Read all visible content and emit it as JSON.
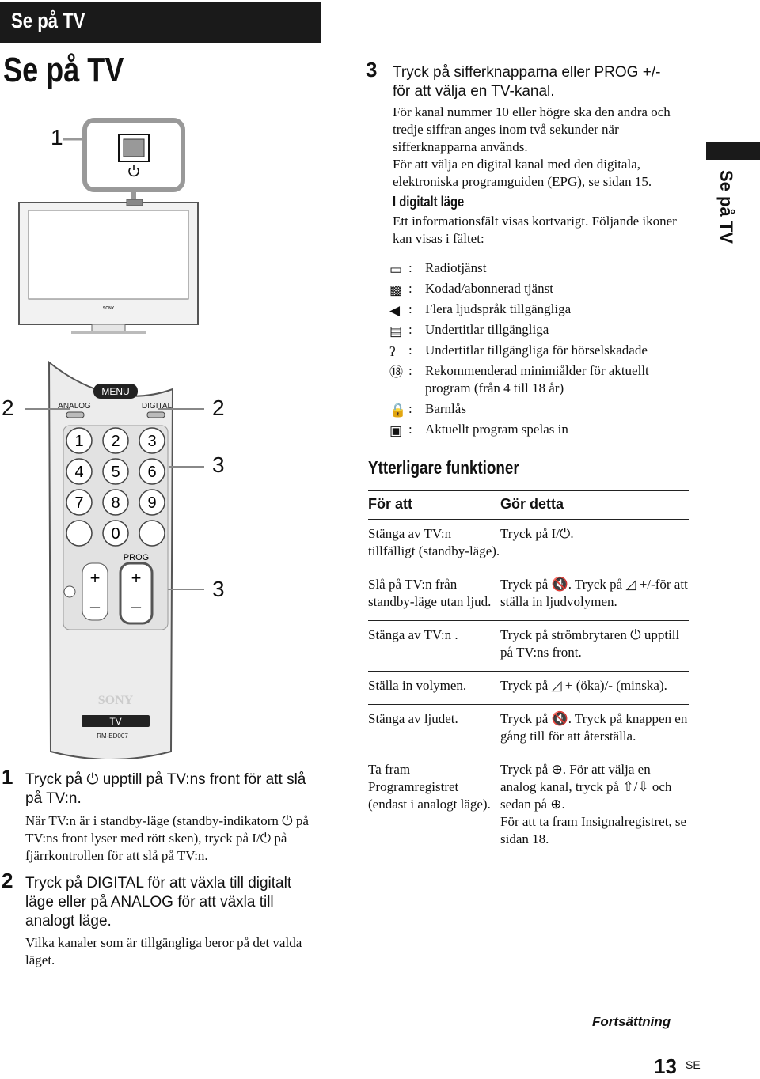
{
  "header": {
    "banner": "Se på TV",
    "title": "Se på TV",
    "side_tab": "Se på TV"
  },
  "illustration": {
    "callouts": {
      "c1": "1",
      "c2_left": "2",
      "c2_right": "2",
      "c3_top": "3",
      "c3_bottom": "3"
    },
    "tv_brand": "SONY",
    "remote": {
      "menu": "MENU",
      "analog": "ANALOG",
      "digital": "DIGITAL",
      "keys": [
        "1",
        "2",
        "3",
        "4",
        "5",
        "6",
        "7",
        "8",
        "9",
        "0"
      ],
      "prog": "PROG",
      "plus": "+",
      "minus": "–",
      "brand": "SONY",
      "tv_label": "TV",
      "model": "RM-ED007"
    }
  },
  "steps": {
    "s1": {
      "num": "1",
      "title": "Tryck på ⏻ upptill på TV:ns front för att slå på TV:n.",
      "body": "När TV:n är i standby-läge (standby-indikatorn ⏻ på TV:ns front lyser med rött sken), tryck på I/⏻ på fjärrkontrollen för att slå på TV:n."
    },
    "s2": {
      "num": "2",
      "title": "Tryck på DIGITAL för att växla till digitalt läge eller på ANALOG för att växla till analogt läge.",
      "body": "Vilka kanaler som är tillgängliga beror på det valda läget."
    },
    "s3": {
      "num": "3",
      "title": "Tryck på sifferknapparna eller PROG +/- för att välja en TV-kanal.",
      "body1": "För kanal nummer 10 eller högre ska den andra och tredje siffran anges inom två sekunder när sifferknapparna används.",
      "body2": "För att välja en digital kanal med den digitala, elektroniska programguiden (EPG), se sidan 15."
    }
  },
  "digital_mode": {
    "heading": "I digitalt läge",
    "intro": "Ett informationsfält visas kortvarigt. Följande ikoner kan visas i fältet:",
    "icons": [
      {
        "icon": "radio-icon",
        "label": "Radiotjänst"
      },
      {
        "icon": "scrambled-icon",
        "label": "Kodad/abonnerad tjänst"
      },
      {
        "icon": "speaker-icon",
        "label": "Flera ljudspråk tillgängliga"
      },
      {
        "icon": "subtitles-icon",
        "label": "Undertitlar tillgängliga"
      },
      {
        "icon": "hearing-impaired-icon",
        "label": "Undertitlar tillgängliga för hörselskadade"
      },
      {
        "icon": "age-rating-icon",
        "label": "Rekommenderad minimiålder för aktuellt program (från 4 till 18 år)"
      },
      {
        "icon": "lock-icon",
        "label": "Barnlås"
      },
      {
        "icon": "recording-icon",
        "label": "Aktuellt program spelas in"
      }
    ]
  },
  "extra": {
    "heading": "Ytterligare funktioner",
    "col1": "För att",
    "col2": "Gör detta",
    "rows": [
      {
        "a": "Stänga av TV:n tillfälligt (standby-läge).",
        "b": "Tryck på I/⏻."
      },
      {
        "a": "Slå på TV:n från standby-läge utan ljud.",
        "b": "Tryck på 🔇. Tryck på ◿ +/-för att ställa in ljudvolymen."
      },
      {
        "a": "Stänga av TV:n .",
        "b": "Tryck på strömbrytaren ⏻ upptill på TV:ns front."
      },
      {
        "a": "Ställa in volymen.",
        "b": "Tryck på ◿ + (öka)/- (minska)."
      },
      {
        "a": "Stänga av ljudet.",
        "b": "Tryck på 🔇. Tryck på knappen en gång till för att återställa."
      },
      {
        "a": "Ta fram Programregistret (endast i analogt läge).",
        "b": "Tryck på ⊕. För att välja en analog kanal, tryck på ⇧/⇩ och sedan på ⊕.",
        "b2": "För att ta fram Insignalregistret, se sidan 18."
      }
    ]
  },
  "footer": {
    "continued": "Fortsättning",
    "page": "13",
    "lang": "SE"
  }
}
